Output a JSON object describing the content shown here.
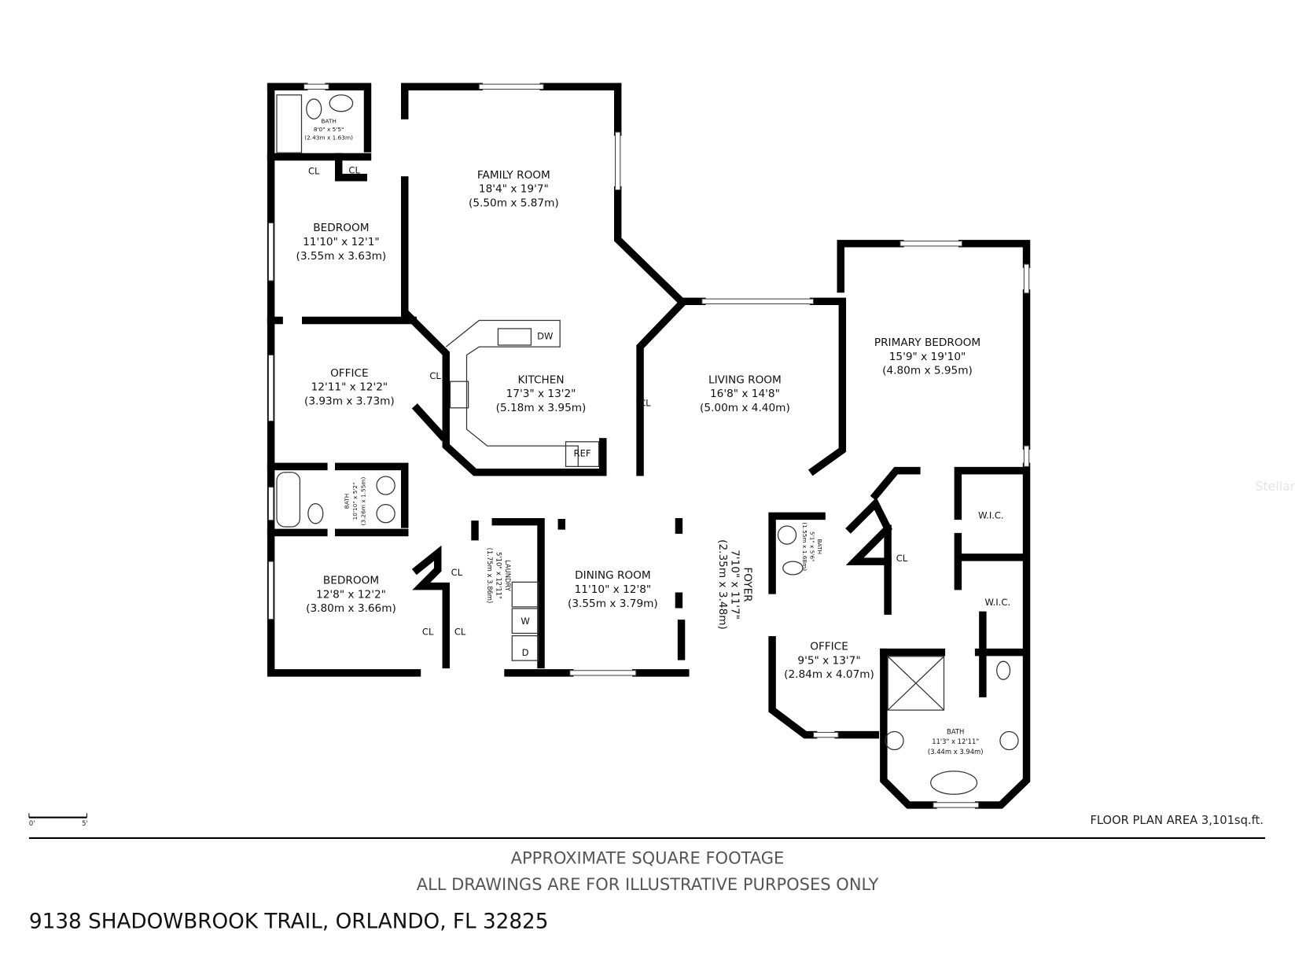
{
  "rooms": {
    "bath_top": {
      "name": "BATH",
      "imperial": "8'0\" x 5'5\"",
      "metric": "(2.43m x 1.63m)"
    },
    "family_room": {
      "name": "FAMILY ROOM",
      "imperial": "18'4\" x 19'7\"",
      "metric": "(5.50m x 5.87m)"
    },
    "bedroom_top": {
      "name": "BEDROOM",
      "imperial": "11'10\" x 12'1\"",
      "metric": "(3.55m x 3.63m)"
    },
    "office_left": {
      "name": "OFFICE",
      "imperial": "12'11\" x 12'2\"",
      "metric": "(3.93m x 3.73m)"
    },
    "kitchen": {
      "name": "KITCHEN",
      "imperial": "17'3\" x 13'2\"",
      "metric": "(5.18m x 3.95m)"
    },
    "living_room": {
      "name": "LIVING ROOM",
      "imperial": "16'8\" x 14'8\"",
      "metric": "(5.00m x 4.40m)"
    },
    "primary_bedroom": {
      "name": "PRIMARY BEDROOM",
      "imperial": "15'9\" x 19'10\"",
      "metric": "(4.80m x 5.95m)"
    },
    "bath_mid": {
      "name": "BATH",
      "imperial": "10'10\" x 5'2\"",
      "metric": "(3.26m x 1.55m)"
    },
    "bedroom_bottom": {
      "name": "BEDROOM",
      "imperial": "12'8\" x 12'2\"",
      "metric": "(3.80m x 3.66m)"
    },
    "laundry": {
      "name": "LAUNDRY",
      "imperial": "5'10\" x 12'11\"",
      "metric": "(1.75m x 3.86m)"
    },
    "dining_room": {
      "name": "DINING ROOM",
      "imperial": "11'10\" x 12'8\"",
      "metric": "(3.55m x 3.79m)"
    },
    "foyer": {
      "name": "FOYER",
      "imperial": "7'10\" x 11'7\"",
      "metric": "(2.35m x 3.48m)"
    },
    "half_bath": {
      "name": "BATH",
      "imperial": "5'1\" x 5'6\"",
      "metric": "(1.55m x 1.68m)"
    },
    "office_right": {
      "name": "OFFICE",
      "imperial": "9'5\" x 13'7\"",
      "metric": "(2.84m x 4.07m)"
    },
    "primary_bath": {
      "name": "BATH",
      "imperial": "11'3\" x 12'11\"",
      "metric": "(3.44m x 3.94m)"
    }
  },
  "fixtures": {
    "closet": "CL",
    "dishwasher": "DW",
    "refrigerator": "REF",
    "washer": "W",
    "dryer": "D",
    "walk_in_closet": "W.I.C."
  },
  "scale_bar": {
    "start": "0'",
    "end": "5'"
  },
  "floor_plan_area": "FLOOR PLAN AREA 3,101sq.ft.",
  "footer": {
    "line1": "APPROXIMATE SQUARE FOOTAGE",
    "line2": "ALL DRAWINGS ARE FOR ILLUSTRATIVE PURPOSES ONLY",
    "address": "9138 SHADOWBROOK TRAIL, ORLANDO, FL 32825"
  },
  "watermark": "StellarMLS",
  "colors": {
    "walls": "#000000",
    "background": "#ffffff",
    "text": "#111111"
  }
}
